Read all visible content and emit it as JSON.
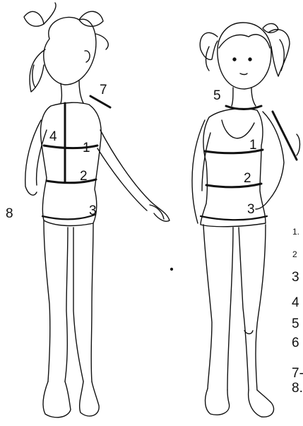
{
  "back_figure": {
    "labels": [
      {
        "id": "m1",
        "text": "1"
      },
      {
        "id": "m2",
        "text": "2"
      },
      {
        "id": "m3",
        "text": "3"
      },
      {
        "id": "m4",
        "text": "4"
      },
      {
        "id": "m7",
        "text": "7"
      },
      {
        "id": "m8",
        "text": "8"
      }
    ]
  },
  "front_figure": {
    "labels": [
      {
        "id": "m1",
        "text": "1"
      },
      {
        "id": "m2",
        "text": "2"
      },
      {
        "id": "m3",
        "text": "3"
      },
      {
        "id": "m5",
        "text": "5"
      }
    ]
  },
  "legend_partial": {
    "items": [
      "1.",
      "2",
      "3",
      "4",
      "5",
      "6",
      "7-",
      "8."
    ]
  },
  "colors": {
    "ink": "#111111",
    "paper": "#ffffff"
  }
}
